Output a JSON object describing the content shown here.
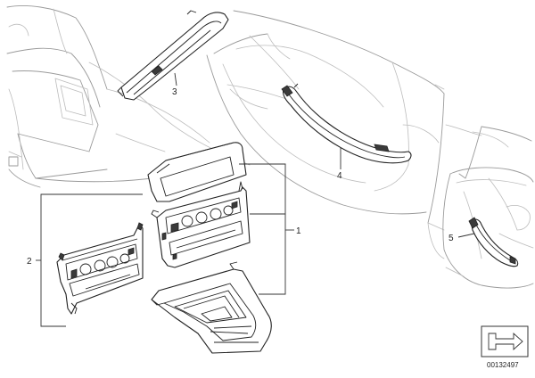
{
  "diagram": {
    "callouts": [
      {
        "id": "1",
        "label": "1"
      },
      {
        "id": "2",
        "label": "2"
      },
      {
        "id": "3",
        "label": "3"
      },
      {
        "id": "4",
        "label": "4"
      },
      {
        "id": "5",
        "label": "5"
      }
    ],
    "reference_number": "00132497",
    "nav_icon": "arrow-icon"
  }
}
